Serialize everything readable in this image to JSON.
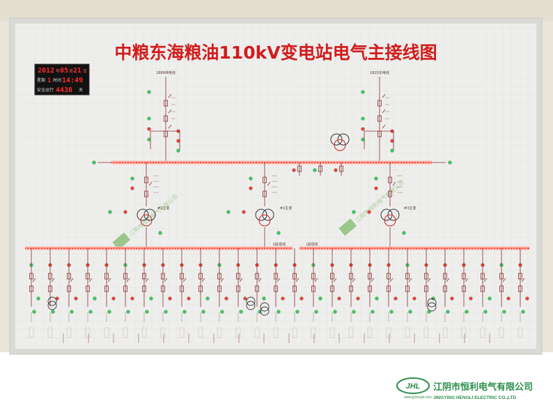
{
  "photo": {
    "subject": "mimic-board",
    "wall_color": "#e7e2d3",
    "panel_color": "#eff0ee",
    "frame_color": "#d6d6d2",
    "line_color": "#8a2a2a",
    "bus_color": "#ff4a3a",
    "title_color": "#d31a1a"
  },
  "board": {
    "title": "中粮东海粮油110kV变电站电气主接线图"
  },
  "clock": {
    "year": "2012",
    "year_unit": "年",
    "month": "05",
    "month_unit": "月",
    "day": "21",
    "day_unit": "日",
    "weekday_label": "星期",
    "weekday": "1",
    "time_label": "时间",
    "time": "14:49",
    "safe_label": "安全运行",
    "safe_days": "4438",
    "safe_unit": "天"
  },
  "incomers": {
    "left": "1889林电线",
    "right": "1825东电线"
  },
  "buses": {
    "left_10kv": "II段母线",
    "right_10kv": "I段母线"
  },
  "transformers": [
    {
      "name": "#1主变"
    },
    {
      "name": "#2主变"
    },
    {
      "name": "#3主变"
    }
  ],
  "maker": {
    "name_cn": "江阴市恒利电气有限公司",
    "name_en": "JINGYING HENGLI ELECTRIC CO.,LTD",
    "website": "www.jyhengli.com",
    "logo_mark": "JHL"
  },
  "watermark": {
    "text": "江阴市恒利电气有限公司"
  }
}
